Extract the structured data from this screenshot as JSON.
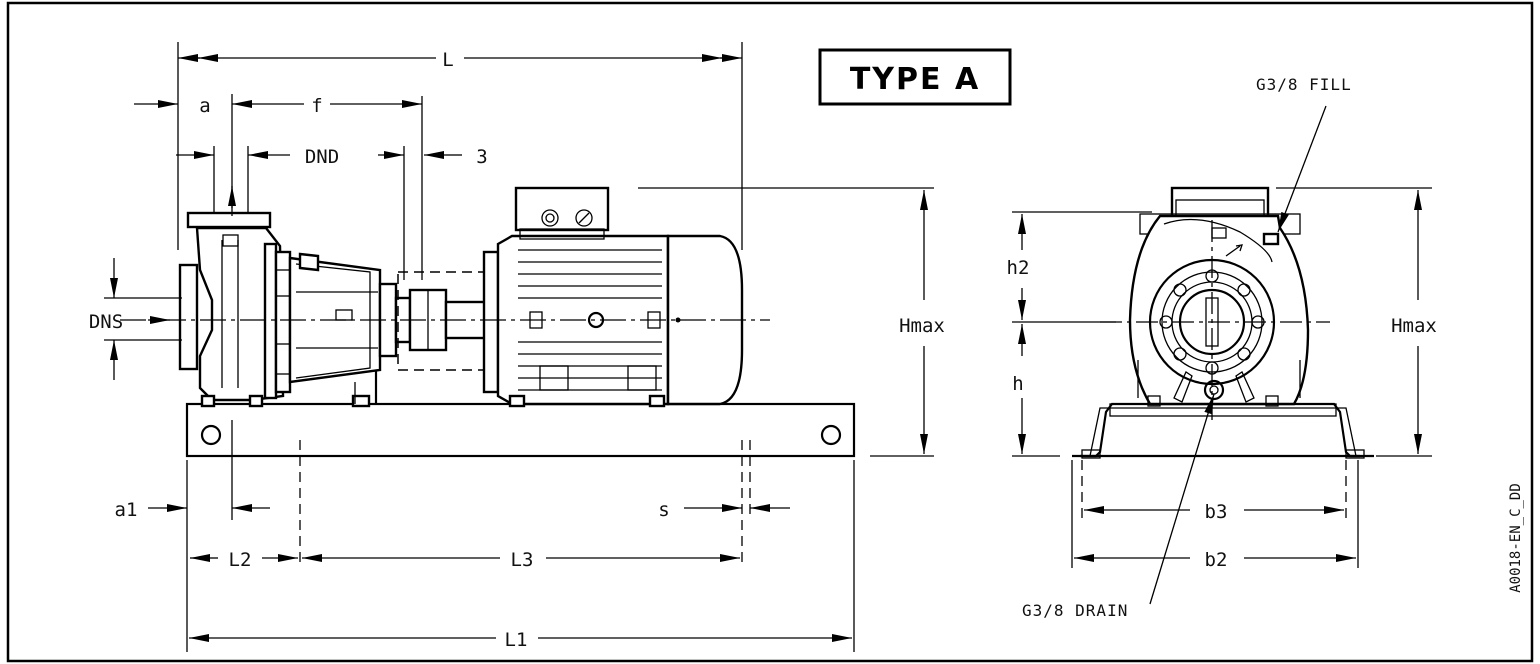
{
  "title": "TYPE A",
  "drawing_code": "A0018-EN_C_DD",
  "labels": {
    "fill": "G3/8 FILL",
    "drain": "G3/8 DRAIN"
  },
  "dimensions": {
    "L": "L",
    "a": "a",
    "f": "f",
    "DND": "DND",
    "three": "3",
    "DNS": "DNS",
    "Hmax_side": "Hmax",
    "Hmax_front": "Hmax",
    "h2": "h2",
    "h": "h",
    "a1": "a1",
    "s": "s",
    "L2": "L2",
    "L3": "L3",
    "L1": "L1",
    "b3": "b3",
    "b2": "b2"
  }
}
